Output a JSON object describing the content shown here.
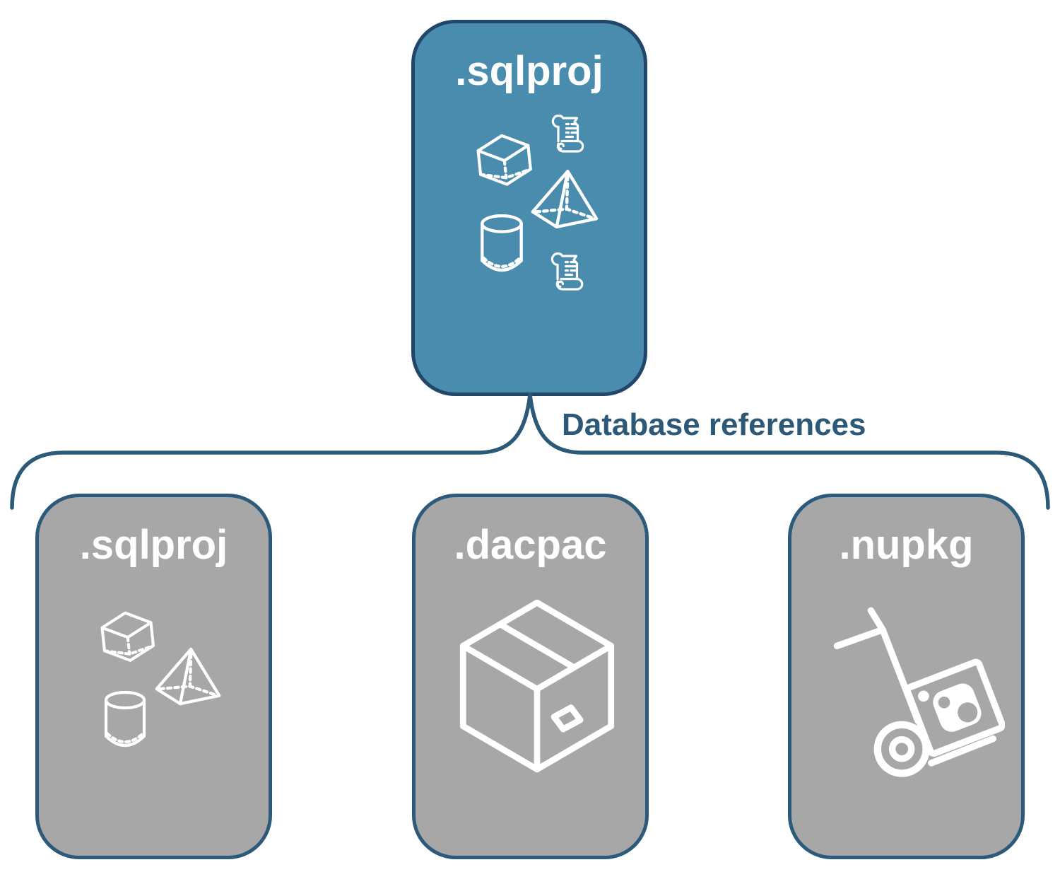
{
  "diagram": {
    "parent": {
      "label": ".sqlproj",
      "icons": [
        "scroll-icon",
        "cube-icon",
        "pyramid-icon",
        "cylinder-icon",
        "scroll-icon"
      ]
    },
    "connector": {
      "label": "Database references"
    },
    "children": [
      {
        "label": ".sqlproj",
        "icons": [
          "cube-icon",
          "pyramid-icon",
          "cylinder-icon"
        ]
      },
      {
        "label": ".dacpac",
        "icons": [
          "package-box-icon"
        ]
      },
      {
        "label": ".nupkg",
        "icons": [
          "hand-truck-nuget-icon"
        ]
      }
    ],
    "colors": {
      "parent_fill": "#4A8CAD",
      "parent_border": "#224669",
      "child_fill": "#A7A7A7",
      "child_border": "#2B5A7B",
      "connector_stroke": "#2C5977",
      "label_text": "#2C5977",
      "icon_stroke": "#FFFFFF"
    }
  }
}
